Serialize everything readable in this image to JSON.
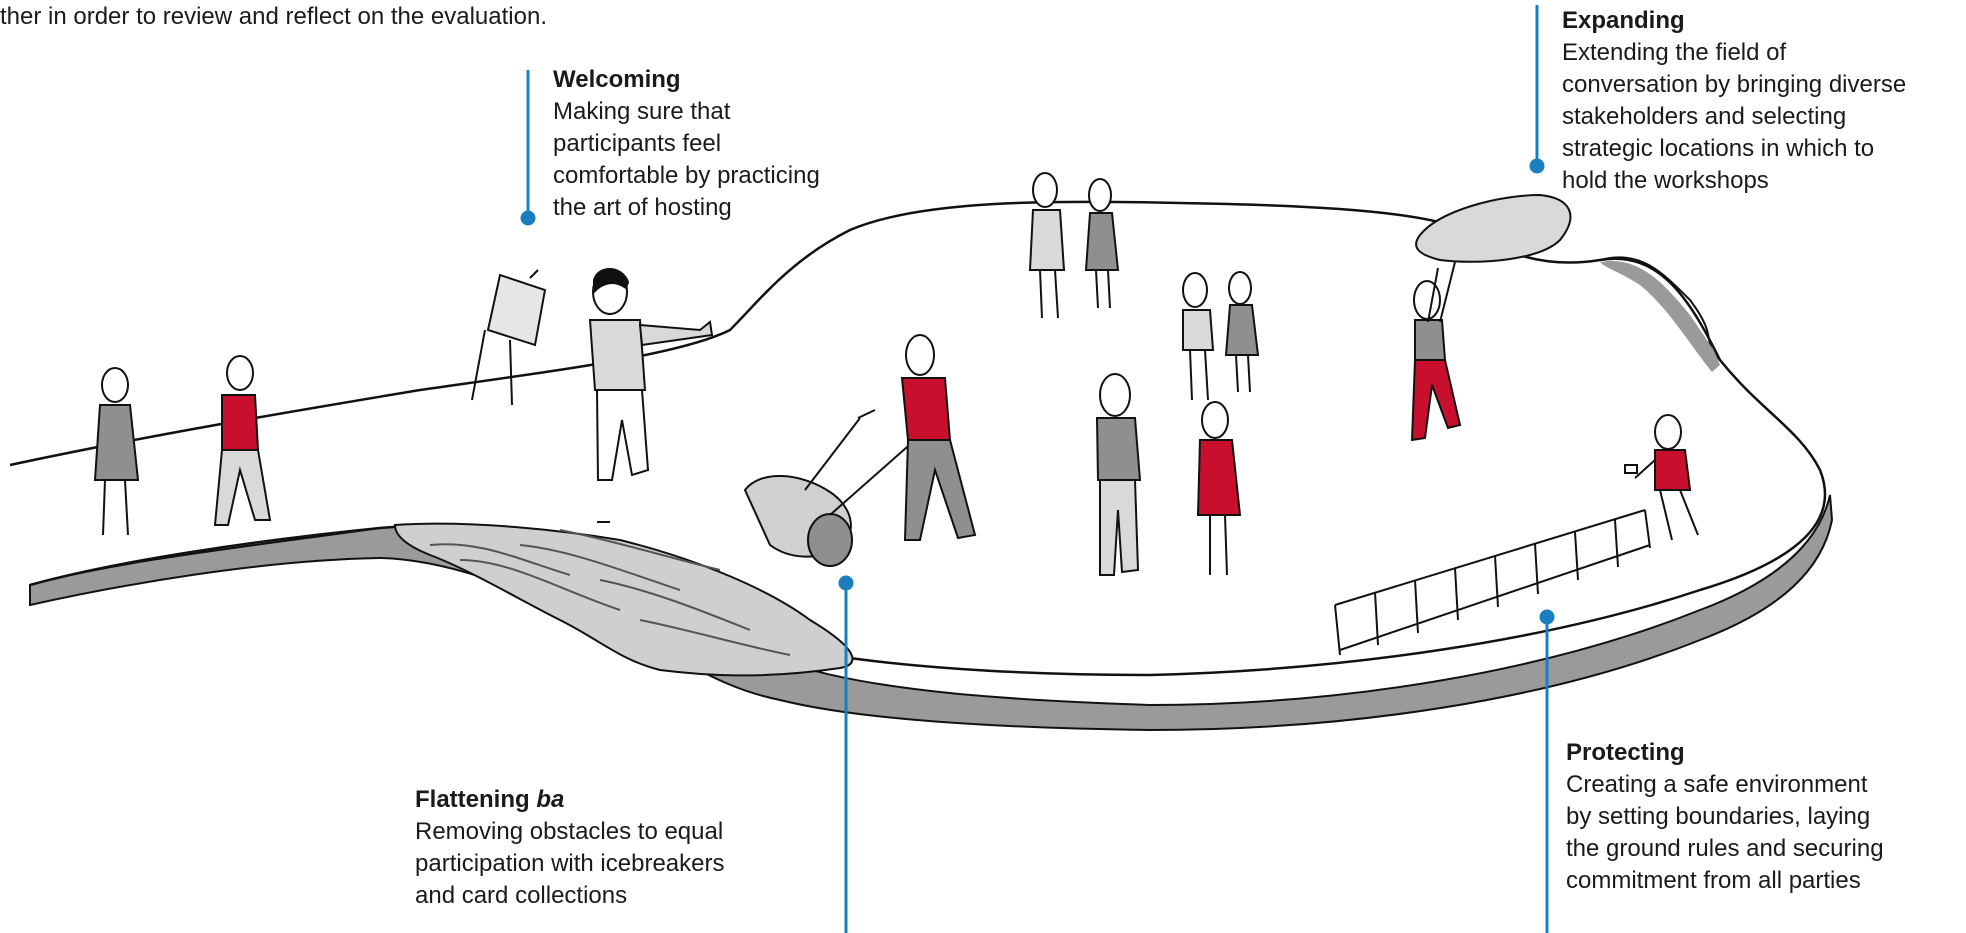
{
  "intro_fragment": "ther in order to review and reflect on the evaluation.",
  "labels": {
    "welcoming": {
      "title": "Welcoming",
      "lines": [
        "Making sure that",
        "participants feel",
        "comfortable by practicing",
        "the art of hosting"
      ]
    },
    "expanding": {
      "title": "Expanding",
      "lines": [
        "Extending the field of",
        "conversation by bringing diverse",
        "stakeholders and selecting",
        "strategic locations in which to",
        "hold the workshops"
      ]
    },
    "flattening": {
      "title_plain": "Flattening ",
      "title_italic": "ba",
      "lines": [
        "Removing obstacles to equal",
        "participation with icebreakers",
        "and card collections"
      ]
    },
    "protecting": {
      "title": "Protecting",
      "lines": [
        "Creating a safe environment",
        "by setting boundaries, laying",
        "the ground rules and securing",
        "commitment from all parties"
      ]
    }
  },
  "colors": {
    "accent_line": "#1a7fc1",
    "figure_red": "#c8102e",
    "figure_grey": "#8f8f8f",
    "figure_light": "#d9d9d9",
    "ground_shade": "#9a9a9a",
    "outline": "#111111"
  }
}
